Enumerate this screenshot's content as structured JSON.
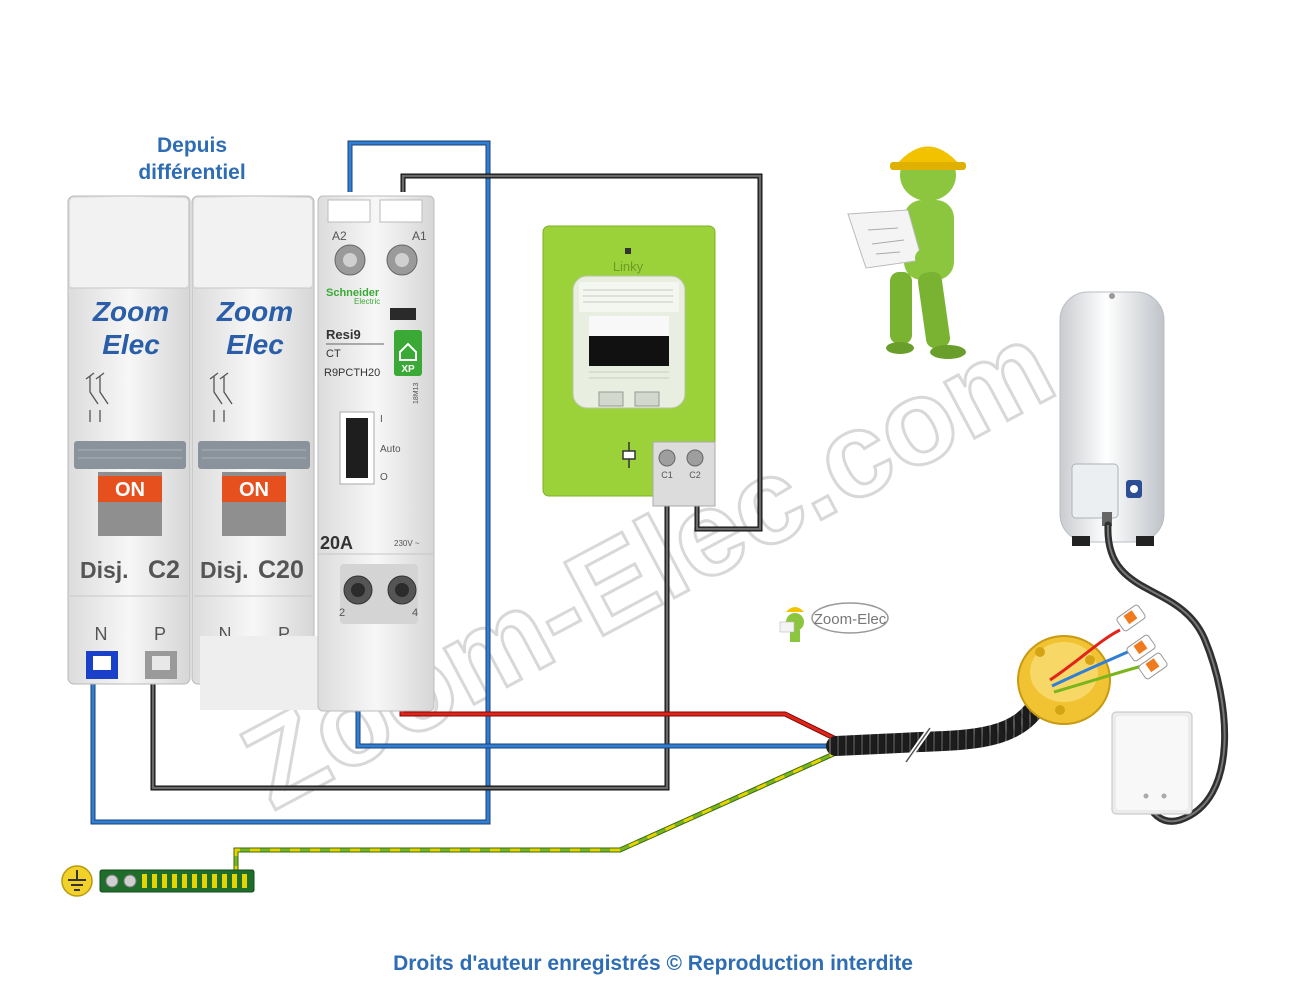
{
  "labels": {
    "source": [
      "Depuis",
      "différentiel"
    ],
    "copyright": "Droits d'auteur enregistrés © Reproduction interdite",
    "watermark": "Zoom-Elec.com",
    "logo_small": "Zoom-Elec"
  },
  "breakers": [
    {
      "brand_line1": "Zoom",
      "brand_line2": "Elec",
      "state": "ON",
      "type": "Disj.",
      "rating": "C2",
      "terminal_n": "N",
      "terminal_p": "P"
    },
    {
      "brand_line1": "Zoom",
      "brand_line2": "Elec",
      "state": "ON",
      "type": "Disj.",
      "rating": "C20",
      "terminal_n": "N",
      "terminal_p": "P"
    }
  ],
  "contactor": {
    "brand": "Schneider",
    "brand_sub": "Electric",
    "series": "Resi9",
    "kind": "CT",
    "reference": "R9PCTH20",
    "range": "XP",
    "side_code": "18M13",
    "rating": "20A",
    "voltage": "230V ~",
    "switch_pos1": "I",
    "switch_pos2": "Auto",
    "switch_pos3": "O",
    "coil_a2": "A2",
    "coil_a1": "A1",
    "out_2": "2",
    "out_4": "4"
  },
  "meter": {
    "name": "Linky",
    "terminal_c1": "C1",
    "terminal_c2": "C2"
  },
  "colors": {
    "neutral": "#2f7fd6",
    "phase": "#3a3a3a",
    "live_red": "#e2231a",
    "earth_green": "#7ab51d",
    "earth_yellow": "#e6d400",
    "meter_green": "#9bd23a",
    "title_blue": "#2e6db4"
  },
  "icons": [
    "earth-symbol-icon",
    "worker-figure-icon",
    "water-heater-icon",
    "junction-box-icon"
  ]
}
